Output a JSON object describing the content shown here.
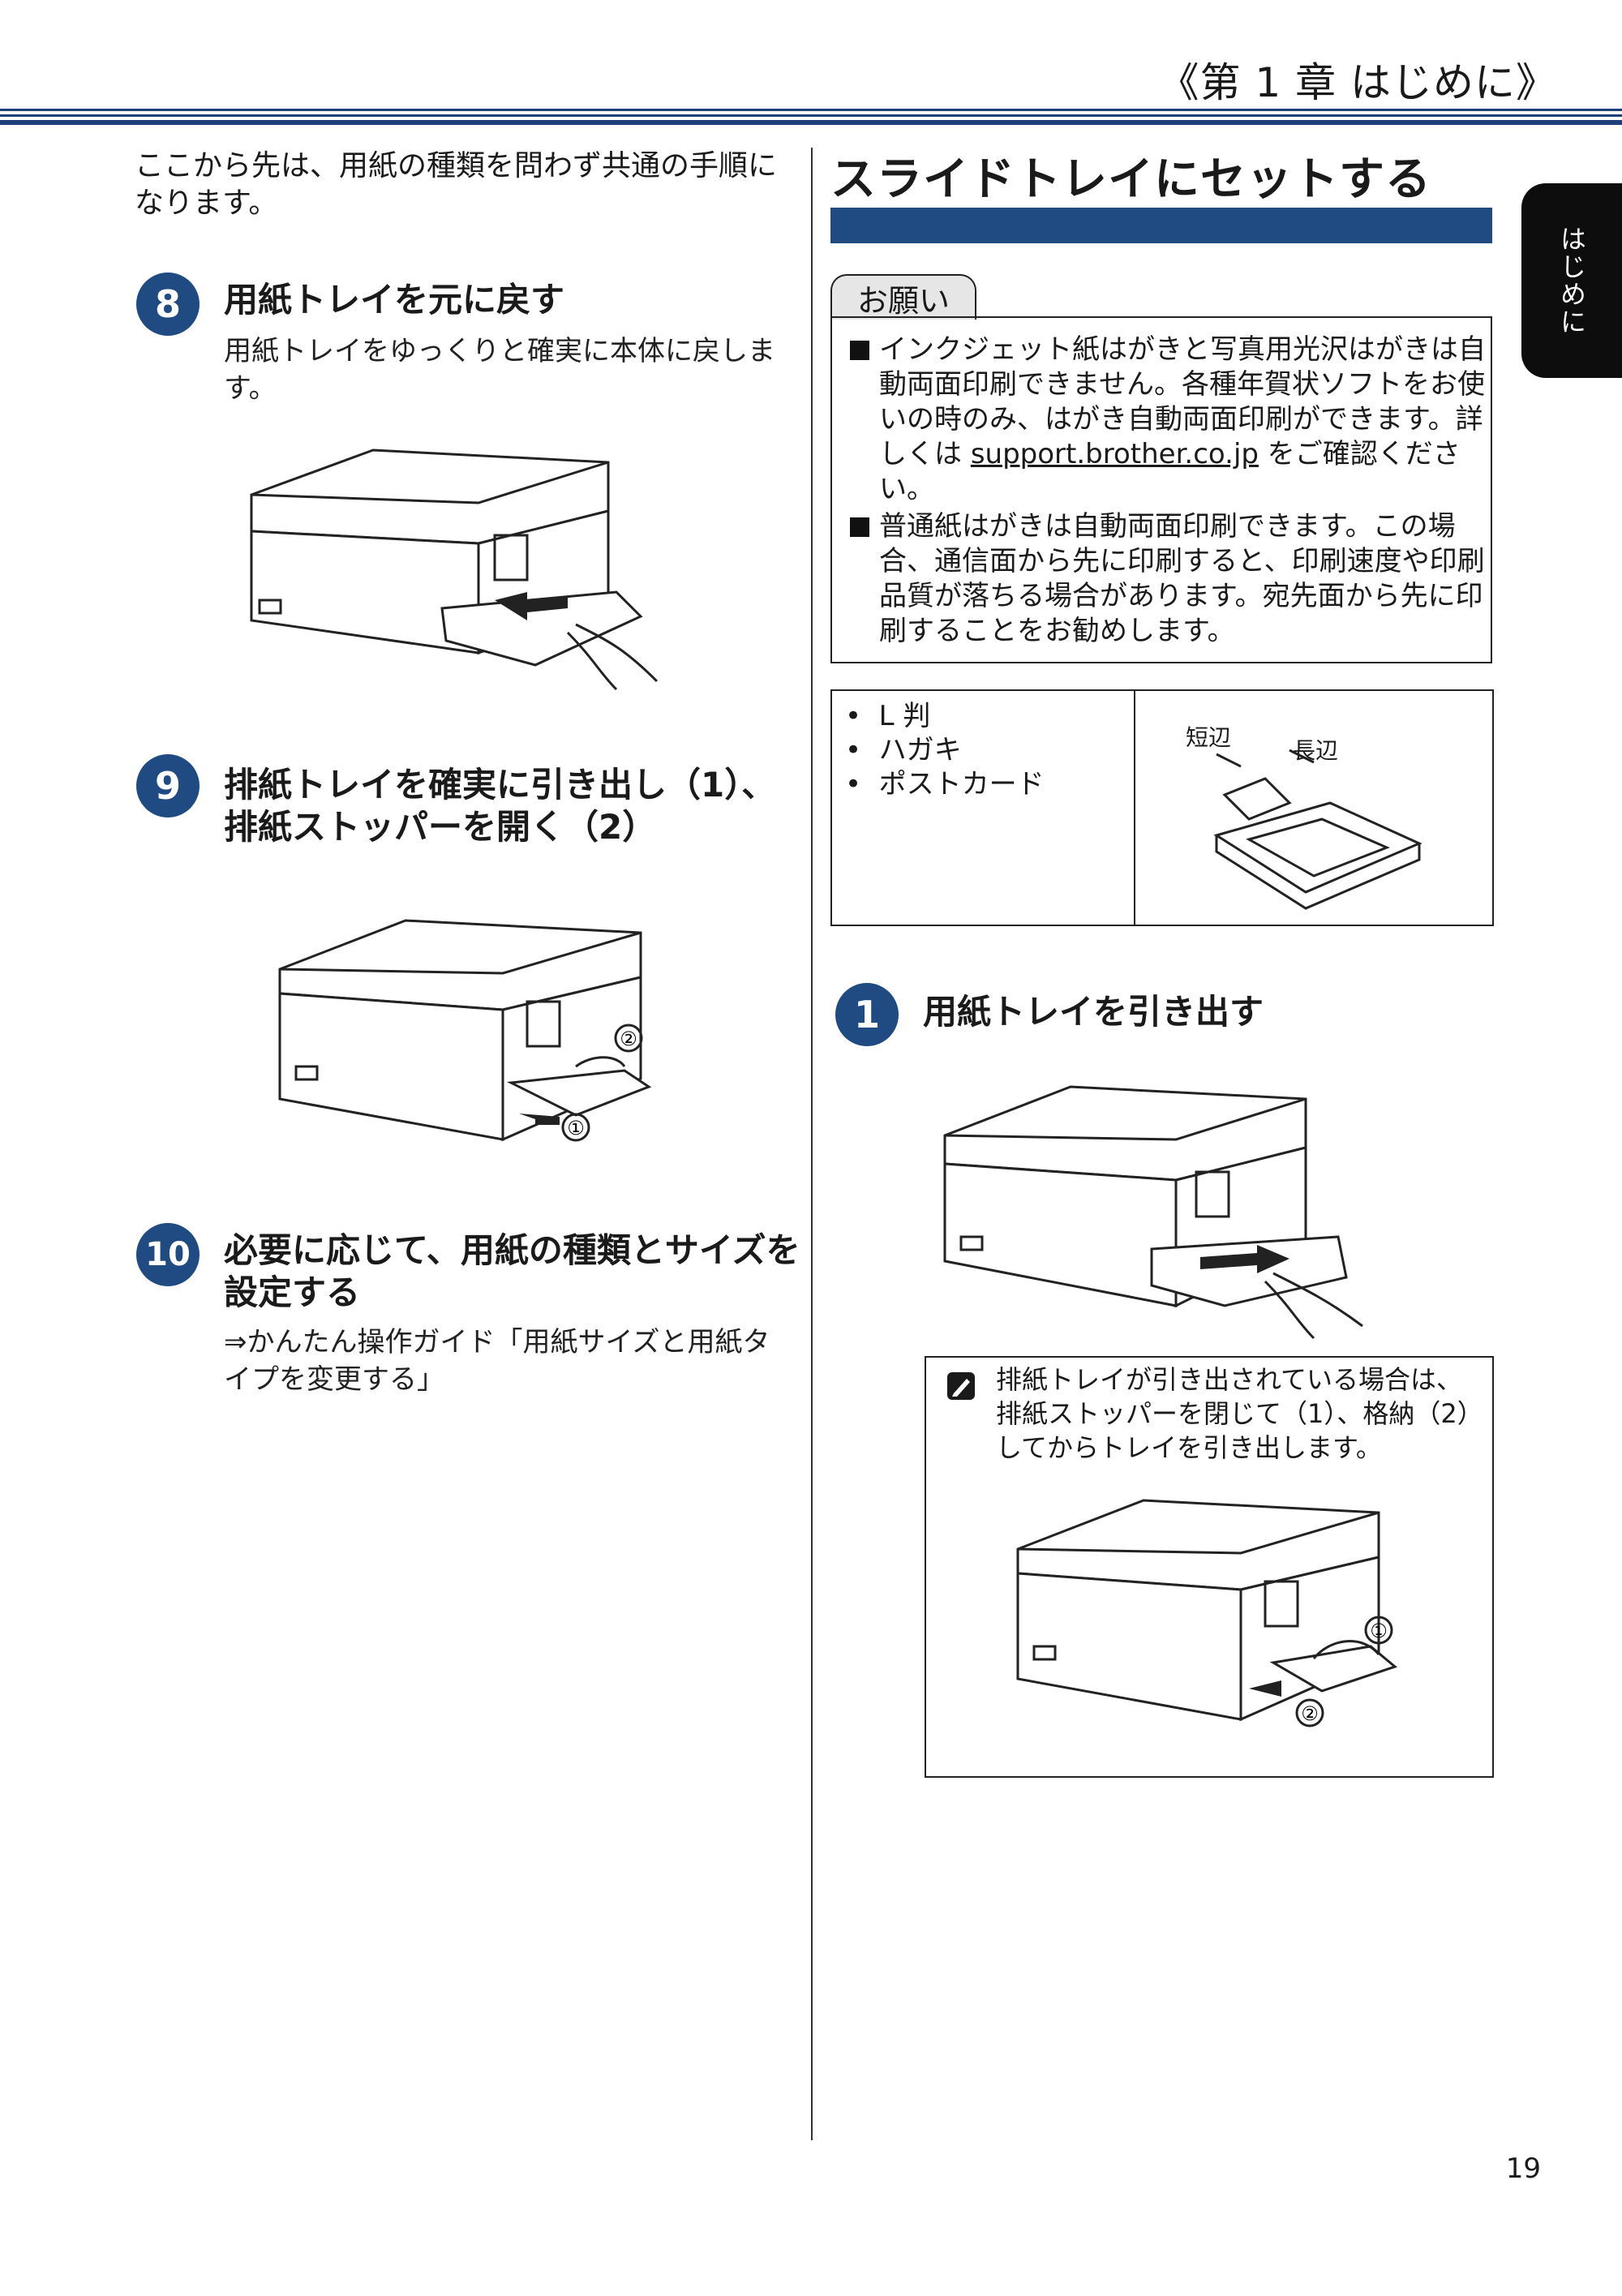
{
  "header": {
    "chapter": "《第 1 章 はじめに》"
  },
  "side_tab": {
    "label": "はじめに"
  },
  "left": {
    "intro": "ここから先は、用紙の種類を問わず共通の手順になります。",
    "step8": {
      "num": "8",
      "title": "用紙トレイを元に戻す",
      "body": "用紙トレイをゆっくりと確実に本体に戻します。"
    },
    "step9": {
      "num": "9",
      "title": "排紙トレイを確実に引き出し（1）、排紙ストッパーを開く（2）",
      "label1": "①",
      "label2": "②"
    },
    "step10": {
      "num": "10",
      "title": "必要に応じて、用紙の種類とサイズを設定する",
      "body": "⇒かんたん操作ガイド「用紙サイズと用紙タイプを変更する」"
    }
  },
  "right": {
    "section_title": "スライドトレイにセットする",
    "notice": {
      "tab": "お願い",
      "item1_pre": "インクジェット紙はがきと写真用光沢はがきは自動両面印刷できません。各種年賀状ソフトをお使いの時のみ、はがき自動両面印刷ができます。詳しくは ",
      "item1_link": "support.brother.co.jp",
      "item1_post": " をご確認ください。",
      "item2": "普通紙はがきは自動両面印刷できます。この場合、通信面から先に印刷すると、印刷速度や印刷品質が落ちる場合があります。宛先面から先に印刷することをお勧めします。"
    },
    "paper_table": {
      "items": [
        "L 判",
        "ハガキ",
        "ポストカード"
      ],
      "short_edge": "短辺",
      "long_edge": "長辺"
    },
    "step1": {
      "num": "1",
      "title": "用紙トレイを引き出す"
    },
    "note": {
      "text": "排紙トレイが引き出されている場合は、排紙ストッパーを閉じて（1）、格納（2）してからトレイを引き出します。",
      "label1": "①",
      "label2": "②"
    }
  },
  "page_number": "19"
}
